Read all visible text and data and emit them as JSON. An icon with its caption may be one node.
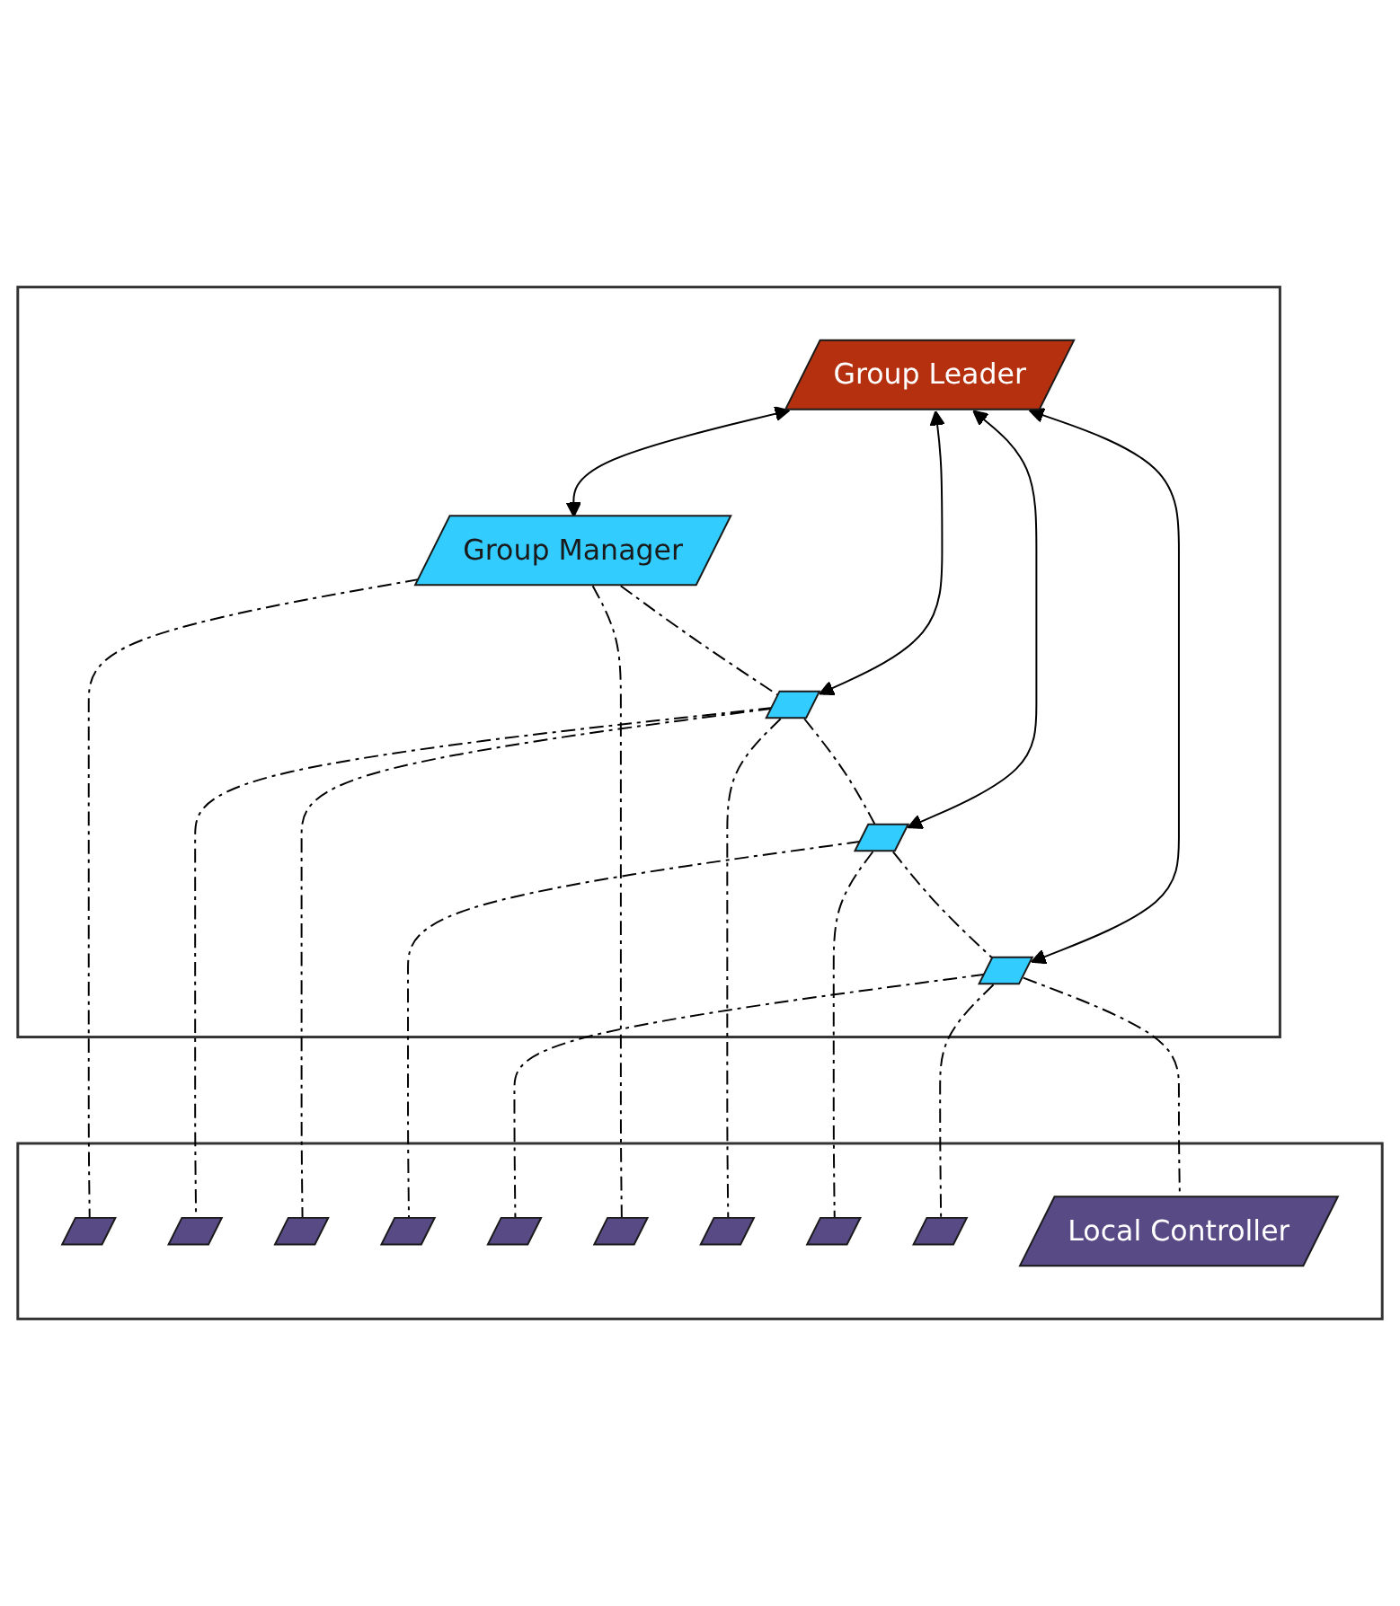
{
  "diagram": {
    "nodes": [
      {
        "text": [],
        "shape": "box"
      },
      {
        "text": [
          "Group Leader"
        ],
        "in": 0
      },
      {
        "text": [
          "Group Manager"
        ],
        "in": 0
      },
      {
        "text": [],
        "shape": "parallelogram",
        "in": 0
      },
      {
        "text": [],
        "shape": "parallelogram",
        "in": 0
      },
      {
        "text": [],
        "shape": "parallelogram",
        "in": 0
      },
      {
        "text": [],
        "shape": "box"
      },
      {
        "text": [],
        "shape": "parallelogram",
        "in": 6
      },
      {
        "text": [],
        "shape": "parallelogram",
        "in": 6
      },
      {
        "text": [],
        "shape": "parallelogram",
        "in": 6
      },
      {
        "text": [],
        "shape": "parallelogram",
        "in": 6
      },
      {
        "text": [],
        "shape": "parallelogram",
        "in": 6
      },
      {
        "text": [],
        "shape": "parallelogram",
        "in": 6
      },
      {
        "text": [],
        "shape": "parallelogram",
        "in": 6
      },
      {
        "text": [],
        "shape": "parallelogram",
        "in": 6
      },
      {
        "text": [],
        "shape": "parallelogram",
        "in": 6
      },
      {
        "text": [
          "Local Controller"
        ],
        "in": 6
      }
    ],
    "edges": [
      {
        "from": 1,
        "to": 2,
        "arrow": "both"
      },
      {
        "from": 1,
        "to": 3,
        "arrow": "both"
      },
      {
        "from": 1,
        "to": 4,
        "arrow": "both"
      },
      {
        "from": 1,
        "to": 5,
        "arrow": "both"
      },
      {
        "from": 2,
        "to": 3,
        "arrow": "none",
        "style": "dashed"
      },
      {
        "from": 3,
        "to": 4,
        "arrow": "none",
        "style": "dashed"
      },
      {
        "from": 4,
        "to": 5,
        "arrow": "none",
        "style": "dashed"
      },
      {
        "from": 2,
        "to": 7,
        "arrow": "none",
        "style": "dashed"
      },
      {
        "from": 2,
        "to": 12,
        "arrow": "none",
        "style": "dashed"
      },
      {
        "from": 3,
        "to": 8,
        "arrow": "none",
        "style": "dashed"
      },
      {
        "from": 3,
        "to": 13,
        "arrow": "none",
        "style": "dashed"
      },
      {
        "from": 3,
        "to": 9,
        "arrow": "none",
        "style": "dashed"
      },
      {
        "from": 4,
        "to": 14,
        "arrow": "none",
        "style": "dashed"
      },
      {
        "from": 4,
        "to": 10,
        "arrow": "none",
        "style": "dashed"
      },
      {
        "from": 5,
        "to": 15,
        "arrow": "none",
        "style": "dashed"
      },
      {
        "from": 5,
        "to": 11,
        "arrow": "none",
        "style": "dashed"
      },
      {
        "from": 5,
        "to": 16,
        "arrow": "none",
        "style": "dashed"
      }
    ]
  }
}
